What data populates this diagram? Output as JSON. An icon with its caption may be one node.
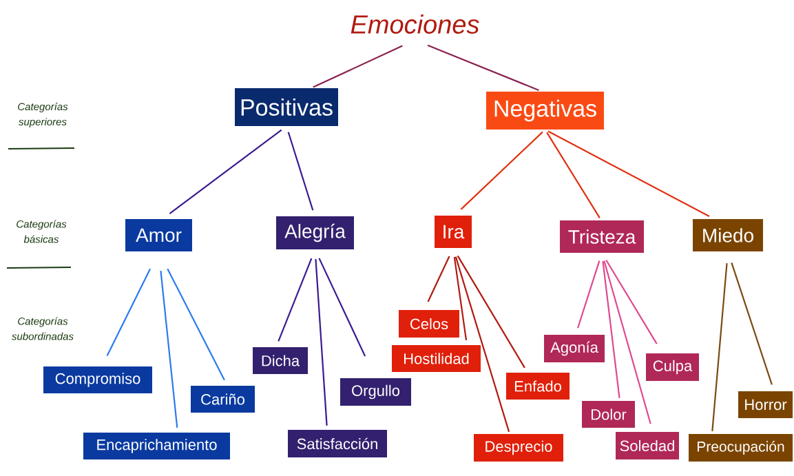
{
  "diagram": {
    "nodes": [
      {
        "text": [
          "Emociones"
        ]
      },
      {
        "text": [
          "Positivas"
        ]
      },
      {
        "text": [
          "Negativas"
        ]
      },
      {
        "text": [
          "Amor"
        ]
      },
      {
        "text": [
          "Alegría"
        ]
      },
      {
        "text": [
          "Ira"
        ]
      },
      {
        "text": [
          "Tristeza"
        ]
      },
      {
        "text": [
          "Miedo"
        ]
      },
      {
        "text": [
          "Compromiso"
        ]
      },
      {
        "text": [
          "Encaprichamiento"
        ]
      },
      {
        "text": [
          "Cariño"
        ]
      },
      {
        "text": [
          "Dicha"
        ]
      },
      {
        "text": [
          "Satisfacción"
        ]
      },
      {
        "text": [
          "Orgullo"
        ]
      },
      {
        "text": [
          "Celos"
        ]
      },
      {
        "text": [
          "Hostilidad"
        ]
      },
      {
        "text": [
          "Desprecio"
        ]
      },
      {
        "text": [
          "Enfado"
        ]
      },
      {
        "text": [
          "Agonía"
        ]
      },
      {
        "text": [
          "Dolor"
        ]
      },
      {
        "text": [
          "Soledad"
        ]
      },
      {
        "text": [
          "Culpa"
        ]
      },
      {
        "text": [
          "Horror"
        ]
      },
      {
        "text": [
          "Preocupación"
        ]
      }
    ],
    "edges": [
      {
        "from": 0,
        "to": 1,
        "arrow": "none",
        "color": "#8a2050"
      },
      {
        "from": 0,
        "to": 2,
        "arrow": "none",
        "color": "#8a2050"
      },
      {
        "from": 1,
        "to": 3,
        "arrow": "none",
        "color": "#3a1a90"
      },
      {
        "from": 1,
        "to": 4,
        "arrow": "none",
        "color": "#3a1a90"
      },
      {
        "from": 2,
        "to": 5,
        "arrow": "none",
        "color": "#e03010"
      },
      {
        "from": 2,
        "to": 6,
        "arrow": "none",
        "color": "#e03010"
      },
      {
        "from": 2,
        "to": 7,
        "arrow": "none",
        "color": "#e03010"
      },
      {
        "from": 3,
        "to": 8,
        "arrow": "none",
        "color": "#2a7af0"
      },
      {
        "from": 3,
        "to": 9,
        "arrow": "none",
        "color": "#2a7af0"
      },
      {
        "from": 3,
        "to": 10,
        "arrow": "none",
        "color": "#2a7af0"
      },
      {
        "from": 4,
        "to": 11,
        "arrow": "none",
        "color": "#3a1a90"
      },
      {
        "from": 4,
        "to": 12,
        "arrow": "none",
        "color": "#3a1a90"
      },
      {
        "from": 4,
        "to": 13,
        "arrow": "none",
        "color": "#3a1a90"
      },
      {
        "from": 5,
        "to": 14,
        "arrow": "none",
        "color": "#b01a10"
      },
      {
        "from": 5,
        "to": 15,
        "arrow": "none",
        "color": "#b01a10"
      },
      {
        "from": 5,
        "to": 16,
        "arrow": "none",
        "color": "#b01a10"
      },
      {
        "from": 5,
        "to": 17,
        "arrow": "none",
        "color": "#b01a10"
      },
      {
        "from": 6,
        "to": 18,
        "arrow": "none",
        "color": "#e04890"
      },
      {
        "from": 6,
        "to": 19,
        "arrow": "none",
        "color": "#e04890"
      },
      {
        "from": 6,
        "to": 20,
        "arrow": "none",
        "color": "#e04890"
      },
      {
        "from": 6,
        "to": 21,
        "arrow": "none",
        "color": "#e04890"
      },
      {
        "from": 7,
        "to": 22,
        "arrow": "none",
        "color": "#7a4a10"
      },
      {
        "from": 7,
        "to": 23,
        "arrow": "none",
        "color": "#7a4a10"
      }
    ],
    "labels": [
      "Categorías superiores",
      "Categorías básicas",
      "Categorías subordinadas"
    ]
  }
}
